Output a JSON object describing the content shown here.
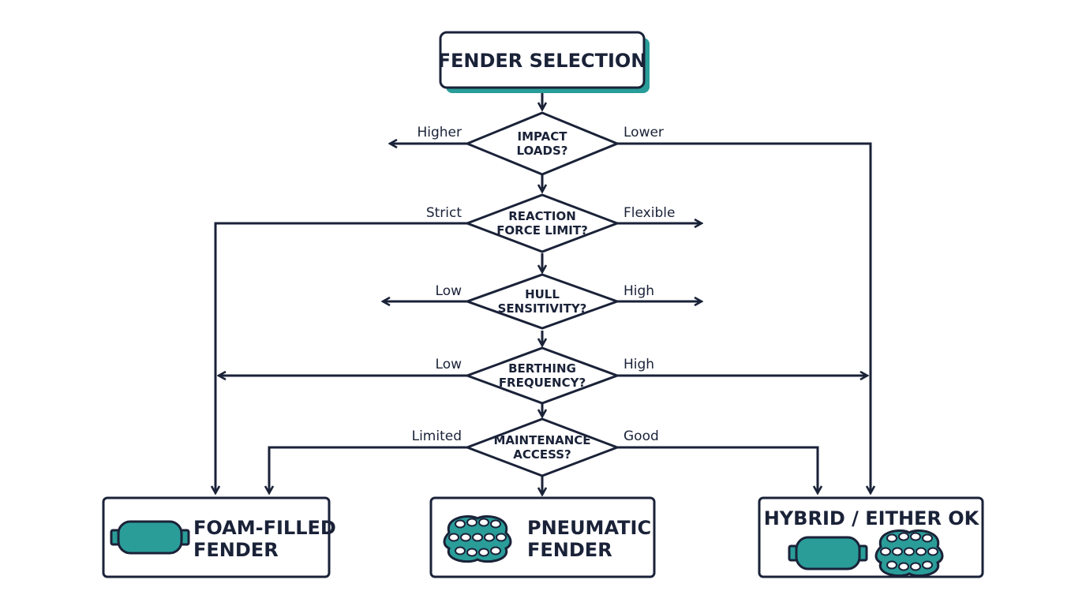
{
  "diagram": {
    "title": "FENDER SELECTION",
    "colors": {
      "ink": "#1a2238",
      "accent": "#2a9d99",
      "background": "#ffffff"
    },
    "decisions": [
      {
        "id": "impact",
        "line1": "IMPACT",
        "line2": "LOADS?",
        "left_label": "Higher",
        "right_label": "Lower"
      },
      {
        "id": "reaction",
        "line1": "REACTION",
        "line2": "FORCE LIMIT?",
        "left_label": "Strict",
        "right_label": "Flexible"
      },
      {
        "id": "hull",
        "line1": "HULL",
        "line2": "SENSITIVITY?",
        "left_label": "Low",
        "right_label": "High"
      },
      {
        "id": "berthing",
        "line1": "BERTHING",
        "line2": "FREQUENCY?",
        "left_label": "Low",
        "right_label": "High"
      },
      {
        "id": "maintenance",
        "line1": "MAINTENANCE",
        "line2": "ACCESS?",
        "left_label": "Limited",
        "right_label": "Good"
      }
    ],
    "outcomes": {
      "foam": {
        "line1": "FOAM-FILLED",
        "line2": "FENDER",
        "icon": "foam-fender-icon"
      },
      "pneumatic": {
        "line1": "PNEUMATIC",
        "line2": "FENDER",
        "icon": "pneumatic-fender-icon"
      },
      "hybrid": {
        "line1": "HYBRID / EITHER OK",
        "icons": [
          "foam-fender-icon",
          "pneumatic-fender-icon"
        ]
      }
    }
  }
}
